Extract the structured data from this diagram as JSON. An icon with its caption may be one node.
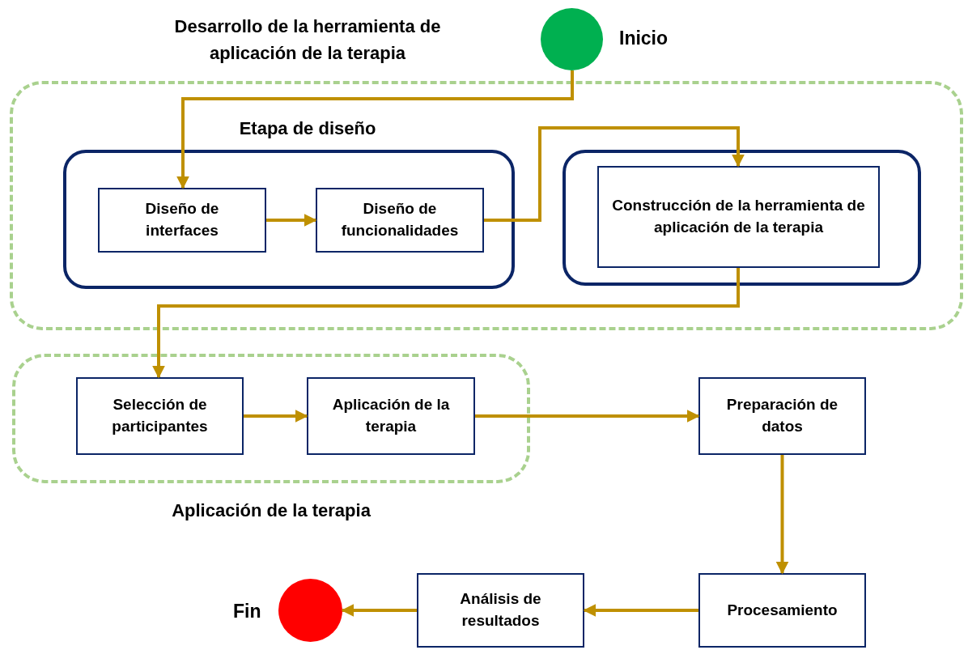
{
  "diagram": {
    "nodes": [
      {
        "text": [
          "Desarrollo de la herramienta de aplicación de la terapia"
        ]
      },
      {
        "text": [
          "Etapa de diseño"
        ],
        "in": 0
      },
      {
        "text": [
          "Diseño de interfaces"
        ],
        "in": 1
      },
      {
        "text": [
          "Diseño de funcionalidades"
        ],
        "in": 1
      },
      {
        "text": [],
        "shape": "box",
        "in": 0
      },
      {
        "text": [
          "Construcción de la herramienta de aplicación de la terapia"
        ],
        "in": 4
      },
      {
        "text": [
          "Aplicación de la terapia"
        ]
      },
      {
        "text": [
          "Selección de participantes"
        ],
        "in": 6
      },
      {
        "text": [
          "Aplicación de la terapia"
        ],
        "in": 6
      },
      {
        "text": [
          "Preparación de datos"
        ]
      },
      {
        "text": [
          "Procesamiento"
        ]
      },
      {
        "text": [
          "Análisis de resultados"
        ]
      },
      {
        "text": [],
        "shape": "circle",
        "beside": [
          "Inicio"
        ]
      },
      {
        "text": [],
        "shape": "circle",
        "beside": [
          "Fin"
        ]
      }
    ],
    "edges": [
      {
        "from": 12,
        "to": 2,
        "arrow": "to"
      },
      {
        "from": 2,
        "to": 3,
        "arrow": "to"
      },
      {
        "from": 3,
        "to": 5,
        "arrow": "to"
      },
      {
        "from": 5,
        "to": 7,
        "arrow": "to"
      },
      {
        "from": 7,
        "to": 8,
        "arrow": "to"
      },
      {
        "from": 8,
        "to": 9,
        "arrow": "to"
      },
      {
        "from": 9,
        "to": 10,
        "arrow": "to"
      },
      {
        "from": 10,
        "to": 11,
        "arrow": "to"
      },
      {
        "from": 11,
        "to": 13,
        "arrow": "to"
      }
    ]
  }
}
